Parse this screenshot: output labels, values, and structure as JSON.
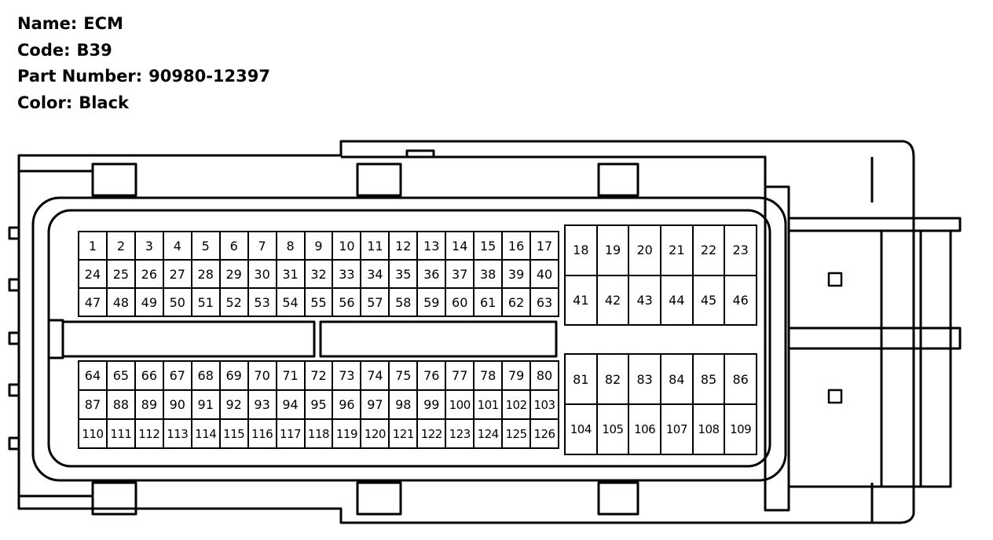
{
  "info": {
    "name_label": "Name:",
    "name_value": "ECM",
    "code_label": "Code:",
    "code_value": "B39",
    "part_label": "Part Number:",
    "part_value": "90980-12397",
    "color_label": "Color:",
    "color_value": "Black"
  },
  "colors": {
    "stroke": "#000000",
    "background": "#ffffff"
  },
  "pins": {
    "left_top": [
      [
        "1",
        "2",
        "3",
        "4",
        "5",
        "6",
        "7",
        "8",
        "9",
        "10",
        "11",
        "12",
        "13",
        "14",
        "15",
        "16",
        "17"
      ],
      [
        "24",
        "25",
        "26",
        "27",
        "28",
        "29",
        "30",
        "31",
        "32",
        "33",
        "34",
        "35",
        "36",
        "37",
        "38",
        "39",
        "40"
      ],
      [
        "47",
        "48",
        "49",
        "50",
        "51",
        "52",
        "53",
        "54",
        "55",
        "56",
        "57",
        "58",
        "59",
        "60",
        "61",
        "62",
        "63"
      ]
    ],
    "left_bottom": [
      [
        "64",
        "65",
        "66",
        "67",
        "68",
        "69",
        "70",
        "71",
        "72",
        "73",
        "74",
        "75",
        "76",
        "77",
        "78",
        "79",
        "80"
      ],
      [
        "87",
        "88",
        "89",
        "90",
        "91",
        "92",
        "93",
        "94",
        "95",
        "96",
        "97",
        "98",
        "99",
        "100",
        "101",
        "102",
        "103"
      ],
      [
        "110",
        "111",
        "112",
        "113",
        "114",
        "115",
        "116",
        "117",
        "118",
        "119",
        "120",
        "121",
        "122",
        "123",
        "124",
        "125",
        "126"
      ]
    ],
    "right_top": [
      [
        "18",
        "19",
        "20",
        "21",
        "22",
        "23"
      ],
      [
        "41",
        "42",
        "43",
        "44",
        "45",
        "46"
      ]
    ],
    "right_bottom": [
      [
        "81",
        "82",
        "83",
        "84",
        "85",
        "86"
      ],
      [
        "104",
        "105",
        "106",
        "107",
        "108",
        "109"
      ]
    ]
  }
}
